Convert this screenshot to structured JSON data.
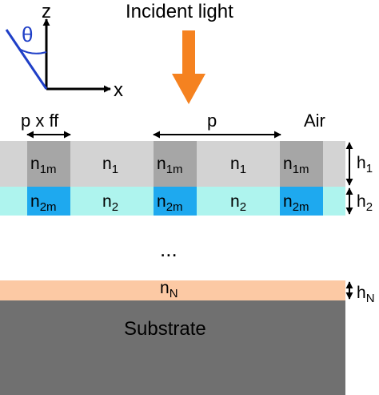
{
  "labels": {
    "incident": "Incident light",
    "z_axis": "z",
    "x_axis": "x",
    "theta": "θ",
    "period_fill": "p x ff",
    "period": "p",
    "air": "Air",
    "dots": "...",
    "substrate": "Substrate"
  },
  "layer1": {
    "n_main": "n",
    "n_sub": "1",
    "nm_main": "n",
    "nm_sub": "1m",
    "h_main": "h",
    "h_sub": "1"
  },
  "layer2": {
    "n_main": "n",
    "n_sub": "2",
    "nm_main": "n",
    "nm_sub": "2m",
    "h_main": "h",
    "h_sub": "2"
  },
  "layerN": {
    "n_main": "n",
    "n_sub": "N",
    "h_main": "h",
    "h_sub": "N"
  },
  "colors": {
    "layer1_bg": "#d3d3d3",
    "layer1_block": "#a6a6a6",
    "layer2_bg": "#aef4ee",
    "layer2_block": "#1ea9ef",
    "layerN": "#fcc9a4",
    "substrate": "#707070",
    "arrow": "#f58220",
    "theta_line": "#1f3fc7"
  }
}
